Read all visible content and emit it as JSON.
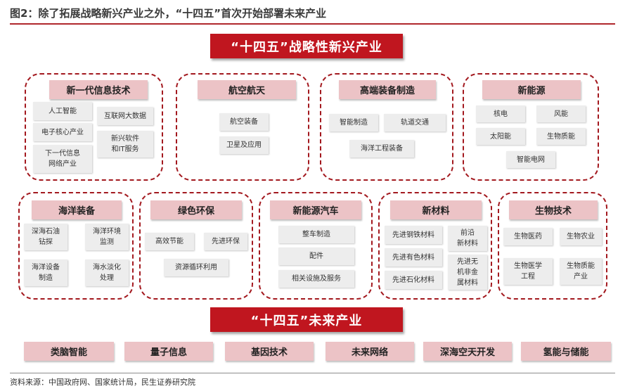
{
  "figure_title": "图2：除了拓展战略新兴产业之外，“十四五”首次开始部署未来产业",
  "strategic_banner": "“十四五”战略性新兴产业",
  "future_banner": "“十四五”未来产业",
  "groups": [
    {
      "title": "新一代信息技术",
      "items": [
        "人工智能",
        "互联网大数据",
        "电子核心产业",
        "新兴软件\n和IT服务",
        "下一代信息\n网络产业"
      ]
    },
    {
      "title": "航空航天",
      "items": [
        "航空装备",
        "卫星及应用"
      ]
    },
    {
      "title": "高端装备制造",
      "items": [
        "智能制造",
        "轨道交通",
        "海洋工程装备"
      ]
    },
    {
      "title": "新能源",
      "items": [
        "核电",
        "风能",
        "太阳能",
        "生物质能",
        "智能电网"
      ]
    },
    {
      "title": "海洋装备",
      "items": [
        "深海石油\n钻探",
        "海洋环境\n监测",
        "海洋设备\n制造",
        "海水淡化\n处理"
      ]
    },
    {
      "title": "绿色环保",
      "items": [
        "高效节能",
        "先进环保",
        "资源循环利用"
      ]
    },
    {
      "title": "新能源汽车",
      "items": [
        "整车制造",
        "配件",
        "相关设施及服务"
      ]
    },
    {
      "title": "新材料",
      "items": [
        "先进钢铁材料",
        "前沿\n新材料",
        "先进有色材料",
        "先进无\n机非金\n属材料",
        "先进石化材料"
      ]
    },
    {
      "title": "生物技术",
      "items": [
        "生物医药",
        "生物农业",
        "生物医学\n工程",
        "生物质能\n产业"
      ]
    }
  ],
  "future_industries": [
    "类脑智能",
    "量子信息",
    "基因技术",
    "未来网络",
    "深海空天开发",
    "氢能与储能"
  ],
  "source": "资料来源：中国政府网、国家统计局，民生证券研究院"
}
